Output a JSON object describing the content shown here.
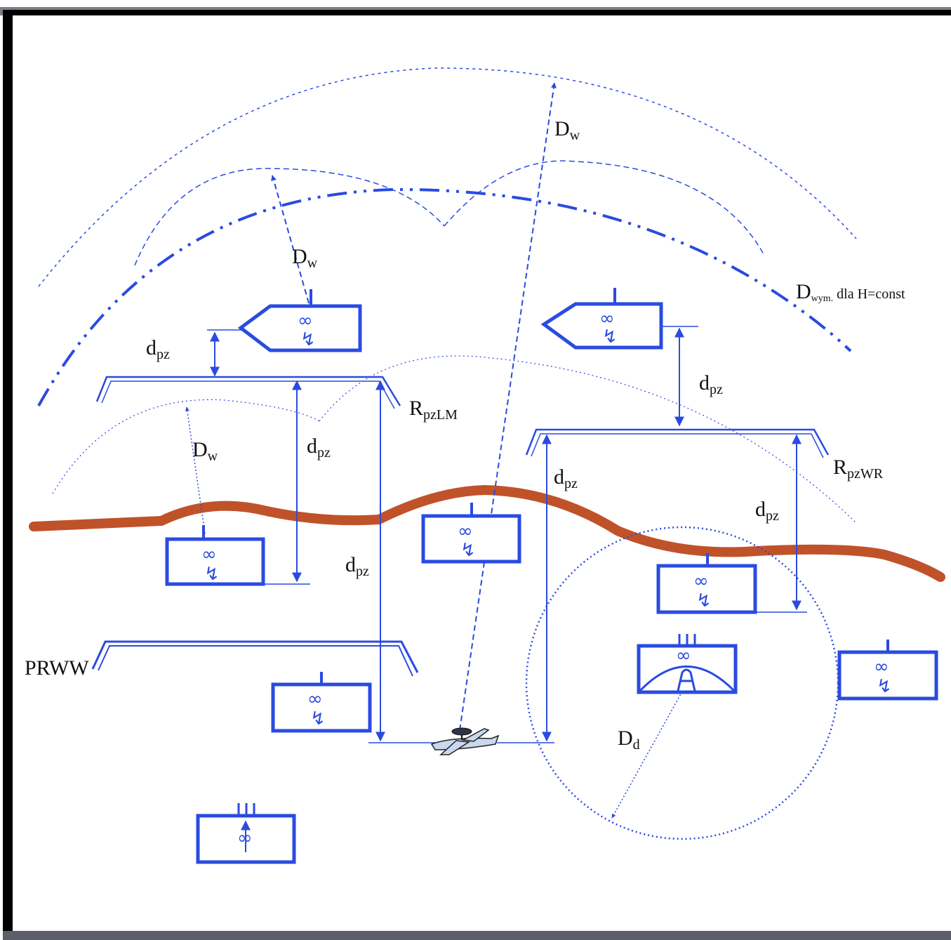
{
  "colors": {
    "diagram_blue": "#2a4be0",
    "front_line": "#c0522a",
    "frame": "#000000"
  },
  "labels": {
    "dw_top": {
      "main": "D",
      "sub": "w"
    },
    "dw_left": {
      "main": "D",
      "sub": "w"
    },
    "dw_low": {
      "main": "D",
      "sub": "w"
    },
    "dwym": {
      "main": "D",
      "sub": "wym.",
      "rest": " dla H=const"
    },
    "dpz_1": {
      "main": "d",
      "sub": "pz"
    },
    "dpz_2": {
      "main": "d",
      "sub": "pz"
    },
    "dpz_3": {
      "main": "d",
      "sub": "pz"
    },
    "dpz_4": {
      "main": "d",
      "sub": "pz"
    },
    "dpz_5": {
      "main": "d",
      "sub": "pz"
    },
    "dpz_6": {
      "main": "d",
      "sub": "pz"
    },
    "rpzlm": {
      "main": "R",
      "sub": "pzLM"
    },
    "rpzwr": {
      "main": "R",
      "sub": "pzWR"
    },
    "prww": "PRWW",
    "dd": {
      "main": "D",
      "sub": "d"
    }
  },
  "icons": {
    "unit_symbol": "∞",
    "radar_symbol": "radar-icon",
    "aircraft": "awacs-aircraft-icon"
  }
}
